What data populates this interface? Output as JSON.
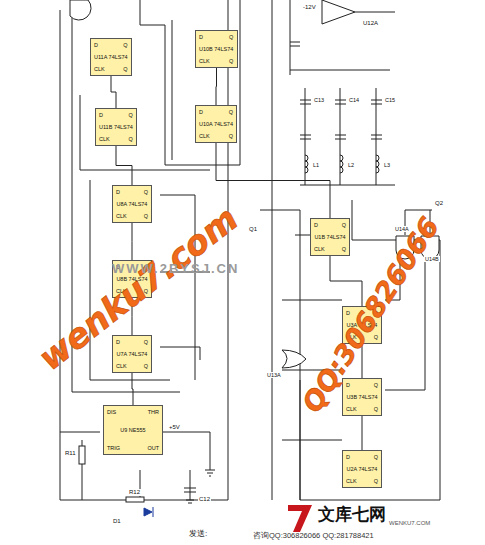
{
  "diagram": {
    "nodes": [
      {
        "text": [
          "U11A 74LS74",
          "D",
          "Q",
          "CLK",
          "Q"
        ]
      },
      {
        "text": [
          "U11B 74LS74",
          "D",
          "Q",
          "CLK",
          "Q"
        ]
      },
      {
        "text": [
          "U10B 74LS74",
          "D",
          "Q",
          "CLK",
          "Q"
        ]
      },
      {
        "text": [
          "U10A 74LS74",
          "D",
          "Q",
          "CLK",
          "Q"
        ]
      },
      {
        "text": [
          "U8A 74LS74",
          "D",
          "Q",
          "CLK",
          "Q"
        ]
      },
      {
        "text": [
          "U8B 74LS74",
          "D",
          "Q",
          "CLK",
          "Q"
        ]
      },
      {
        "text": [
          "U7A 74LS74",
          "D",
          "Q",
          "CLK",
          "Q"
        ]
      },
      {
        "text": [
          "U9 NE555",
          "DIS",
          "THR",
          "TRIG",
          "OUT"
        ]
      },
      {
        "text": [
          "U1B 74LS74",
          "D",
          "Q",
          "CLK",
          "Q"
        ]
      },
      {
        "text": [
          "U3A 74LS74",
          "D",
          "Q",
          "CLK",
          "Q"
        ]
      },
      {
        "text": [
          "U3B 74LS74",
          "D",
          "Q",
          "CLK",
          "Q"
        ]
      },
      {
        "text": [
          "U2A 74LS74",
          "D",
          "Q",
          "CLK",
          "Q"
        ]
      }
    ],
    "edges": [
      {
        "from": 0,
        "to": 1,
        "arrow": "none"
      },
      {
        "from": 2,
        "to": 3,
        "arrow": "none"
      },
      {
        "from": 1,
        "to": 4,
        "arrow": "none"
      },
      {
        "from": 4,
        "to": 5,
        "arrow": "none"
      },
      {
        "from": 5,
        "to": 6,
        "arrow": "none"
      },
      {
        "from": 7,
        "to": 6,
        "arrow": "none"
      },
      {
        "from": 3,
        "to": 8,
        "arrow": "none"
      },
      {
        "from": 8,
        "to": 9,
        "arrow": "none"
      },
      {
        "from": 9,
        "to": 10,
        "arrow": "none"
      },
      {
        "from": 10,
        "to": 11,
        "arrow": "none"
      }
    ],
    "labels": [
      "R11",
      "R12",
      "D1",
      "C12",
      "+5V",
      "-12V",
      "U12A",
      "C13",
      "C14",
      "C15",
      "L1",
      "L2",
      "L3",
      "U14A",
      "U14B",
      "U13A",
      "Q1",
      "Q2",
      "wenku7.com",
      "QQ:306826066",
      "WWW.2BYSJ.CN",
      "文库七网",
      "WENKU7.COM",
      "咨询QQ:306826066 QQ:281788421",
      "发送:"
    ]
  }
}
